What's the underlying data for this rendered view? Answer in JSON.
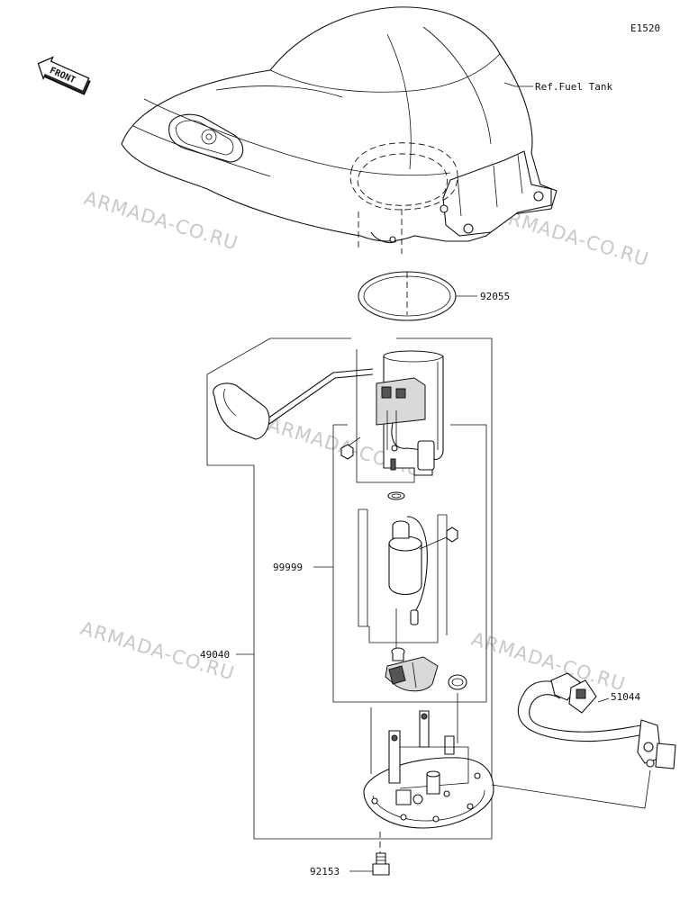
{
  "diagram": {
    "code": "E1520",
    "front_label": "FRONT",
    "ref_label": "Ref.Fuel Tank",
    "watermark": "ARMADA-CO.RU",
    "parts": [
      {
        "id": "92055"
      },
      {
        "id": "99999"
      },
      {
        "id": "49040"
      },
      {
        "id": "51044"
      },
      {
        "id": "92153"
      }
    ]
  }
}
